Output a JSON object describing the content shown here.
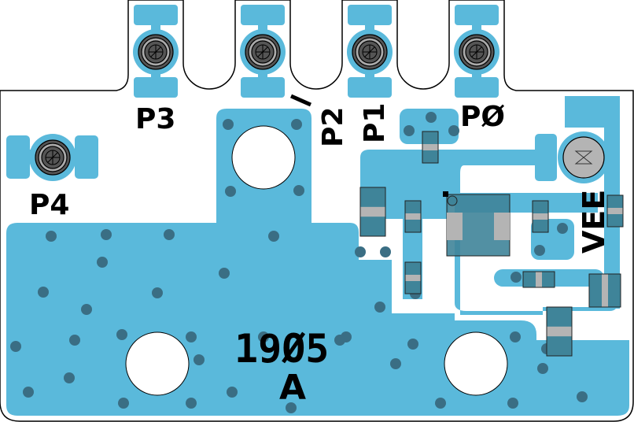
{
  "board": {
    "pad_labels": {
      "p3": "P3",
      "p2": "P2",
      "p1": "P1",
      "p0": "PØ",
      "p4": "P4",
      "vee": "VEE"
    },
    "slash_mark": "/",
    "part_number": "19Ø5",
    "revision": "A"
  },
  "colors": {
    "copper": "#5ab9db",
    "via": "#3a6e84",
    "component": "#3f8499",
    "component_pad": "#b4b4b4",
    "outline": "#000000"
  }
}
